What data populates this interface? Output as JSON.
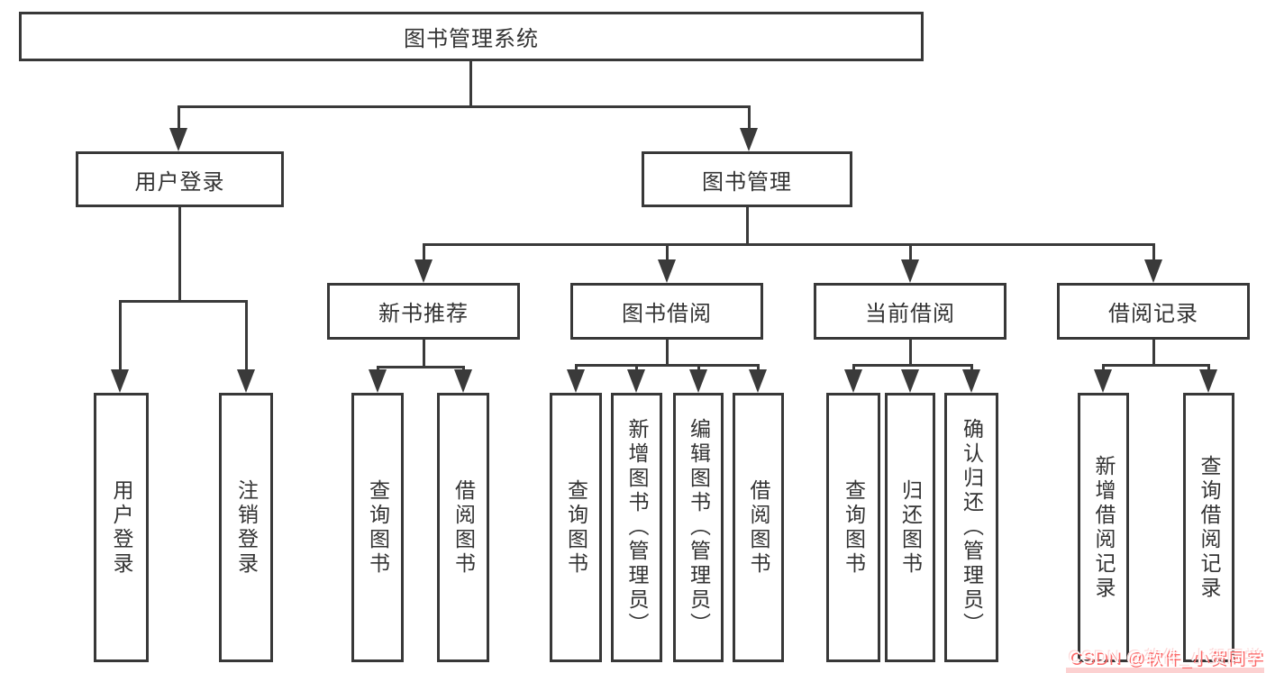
{
  "diagram": {
    "root": {
      "label": "图书管理系统"
    },
    "level2": [
      {
        "id": "user-login",
        "label": "用户登录"
      },
      {
        "id": "book-management",
        "label": "图书管理"
      }
    ],
    "level3": [
      {
        "id": "new-book-recommend",
        "parent": "图书管理",
        "label": "新书推荐"
      },
      {
        "id": "book-borrow",
        "parent": "图书管理",
        "label": "图书借阅"
      },
      {
        "id": "current-borrow",
        "parent": "图书管理",
        "label": "当前借阅"
      },
      {
        "id": "borrow-records",
        "parent": "图书管理",
        "label": "借阅记录"
      }
    ],
    "leaves": [
      {
        "parent": "用户登录",
        "label": "用户登录"
      },
      {
        "parent": "用户登录",
        "label": "注销登录"
      },
      {
        "parent": "新书推荐",
        "label": "查询图书"
      },
      {
        "parent": "新书推荐",
        "label": "借阅图书"
      },
      {
        "parent": "图书借阅",
        "label": "查询图书"
      },
      {
        "parent": "图书借阅",
        "label": "新增图书（管理员）"
      },
      {
        "parent": "图书借阅",
        "label": "编辑图书（管理员）"
      },
      {
        "parent": "图书借阅",
        "label": "借阅图书"
      },
      {
        "parent": "当前借阅",
        "label": "查询图书"
      },
      {
        "parent": "当前借阅",
        "label": "归还图书"
      },
      {
        "parent": "当前借阅",
        "label": "确认归还（管理员）"
      },
      {
        "parent": "借阅记录",
        "label": "新增借阅记录"
      },
      {
        "parent": "借阅记录",
        "label": "查询借阅记录"
      }
    ],
    "watermark": {
      "text": "CSDN @软件_小贺同学"
    },
    "colors": {
      "line": "#3a3a3a",
      "box_border": "#383838",
      "text": "#333333",
      "background": "#ffffff",
      "watermark_text": "#ffffff",
      "watermark_shadow": "#fb6a6a"
    }
  }
}
